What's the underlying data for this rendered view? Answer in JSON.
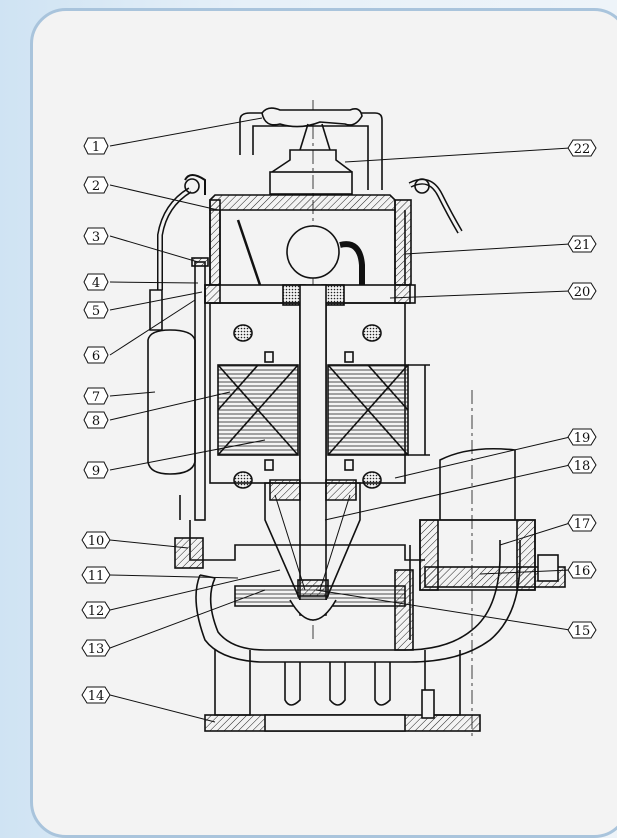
{
  "labels": {
    "l1": "1",
    "l2": "2",
    "l3": "3",
    "l4": "4",
    "l5": "5",
    "l6": "6",
    "l7": "7",
    "l8": "8",
    "l9": "9",
    "l10": "10",
    "l11": "11",
    "l12": "12",
    "l13": "13",
    "l14": "14",
    "l15": "15",
    "l16": "16",
    "l17": "17",
    "l18": "18",
    "l19": "19",
    "l20": "20",
    "l21": "21",
    "l22": "22"
  },
  "colors": {
    "frame": "#a9c4dc",
    "panel": "#f3f3f3",
    "ink": "#111111"
  }
}
